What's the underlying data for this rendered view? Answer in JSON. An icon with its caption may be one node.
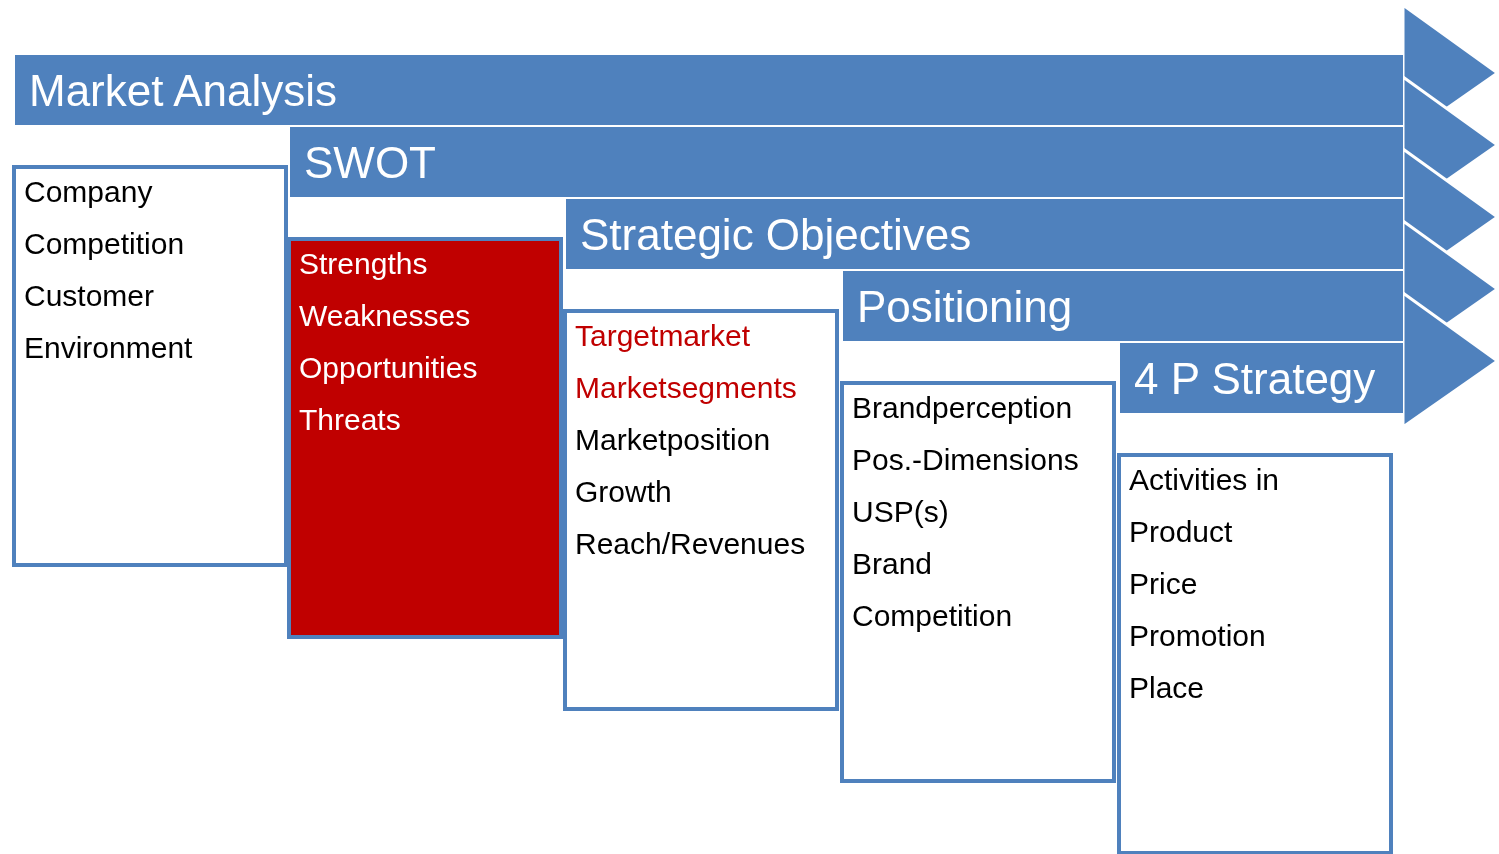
{
  "diagram": {
    "nodes": [
      {
        "text": [
          "Market Analysis"
        ]
      },
      {
        "text": [
          "Company",
          "Competition",
          "Customer",
          "Environment"
        ]
      },
      {
        "text": [
          "SWOT"
        ]
      },
      {
        "text": [
          "Strengths",
          "Weaknesses",
          "Opportunities",
          "Threats"
        ]
      },
      {
        "text": [
          "Strategic Objectives"
        ]
      },
      {
        "text": [
          "Targetmarket",
          "Marketsegments",
          "Marketposition",
          "Growth",
          "Reach/Revenues"
        ]
      },
      {
        "text": [
          "Positioning"
        ]
      },
      {
        "text": [
          "Brandperception",
          "Pos.-Dimensions",
          "USP(s)",
          "Brand",
          "Competition"
        ]
      },
      {
        "text": [
          "4 P Strategy"
        ]
      },
      {
        "text": [
          "Activities in",
          "Product",
          "Price",
          "Promotion",
          "Place"
        ]
      }
    ]
  }
}
